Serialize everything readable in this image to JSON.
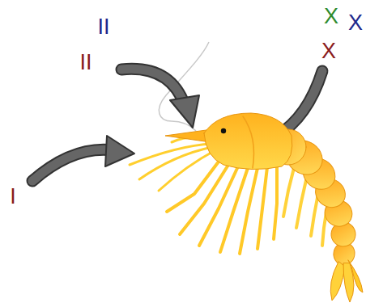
{
  "diagram": {
    "labels": [
      "X",
      "II",
      "X",
      "II",
      "X",
      "I"
    ]
  }
}
